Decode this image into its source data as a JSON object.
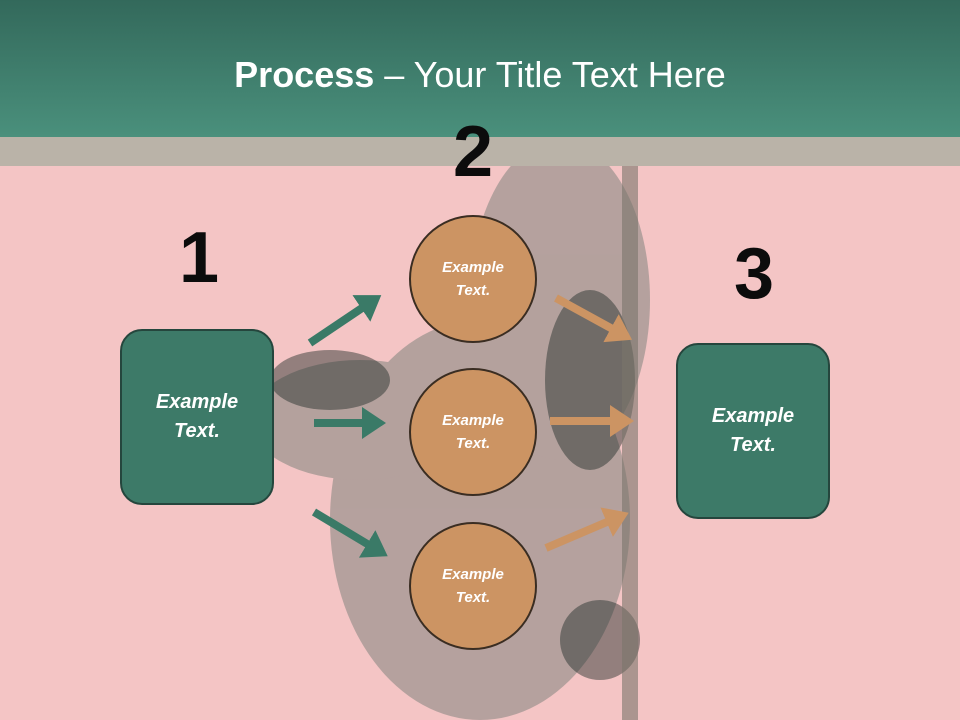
{
  "title": {
    "bold": "Process",
    "rest": " – Your Title Text Here"
  },
  "steps": {
    "one": {
      "number": "1",
      "text": "Example Text."
    },
    "two": {
      "number": "2",
      "circles": [
        {
          "text": "Example Text."
        },
        {
          "text": "Example Text."
        },
        {
          "text": "Example Text."
        }
      ]
    },
    "three": {
      "number": "3",
      "text": "Example Text."
    }
  },
  "colors": {
    "header": "#3f7f6d",
    "background": "#f4c5c5",
    "box": "#3d7a68",
    "circle": "#cc9463",
    "arrow_green": "#3a7a67",
    "arrow_orange": "#cc9463"
  }
}
